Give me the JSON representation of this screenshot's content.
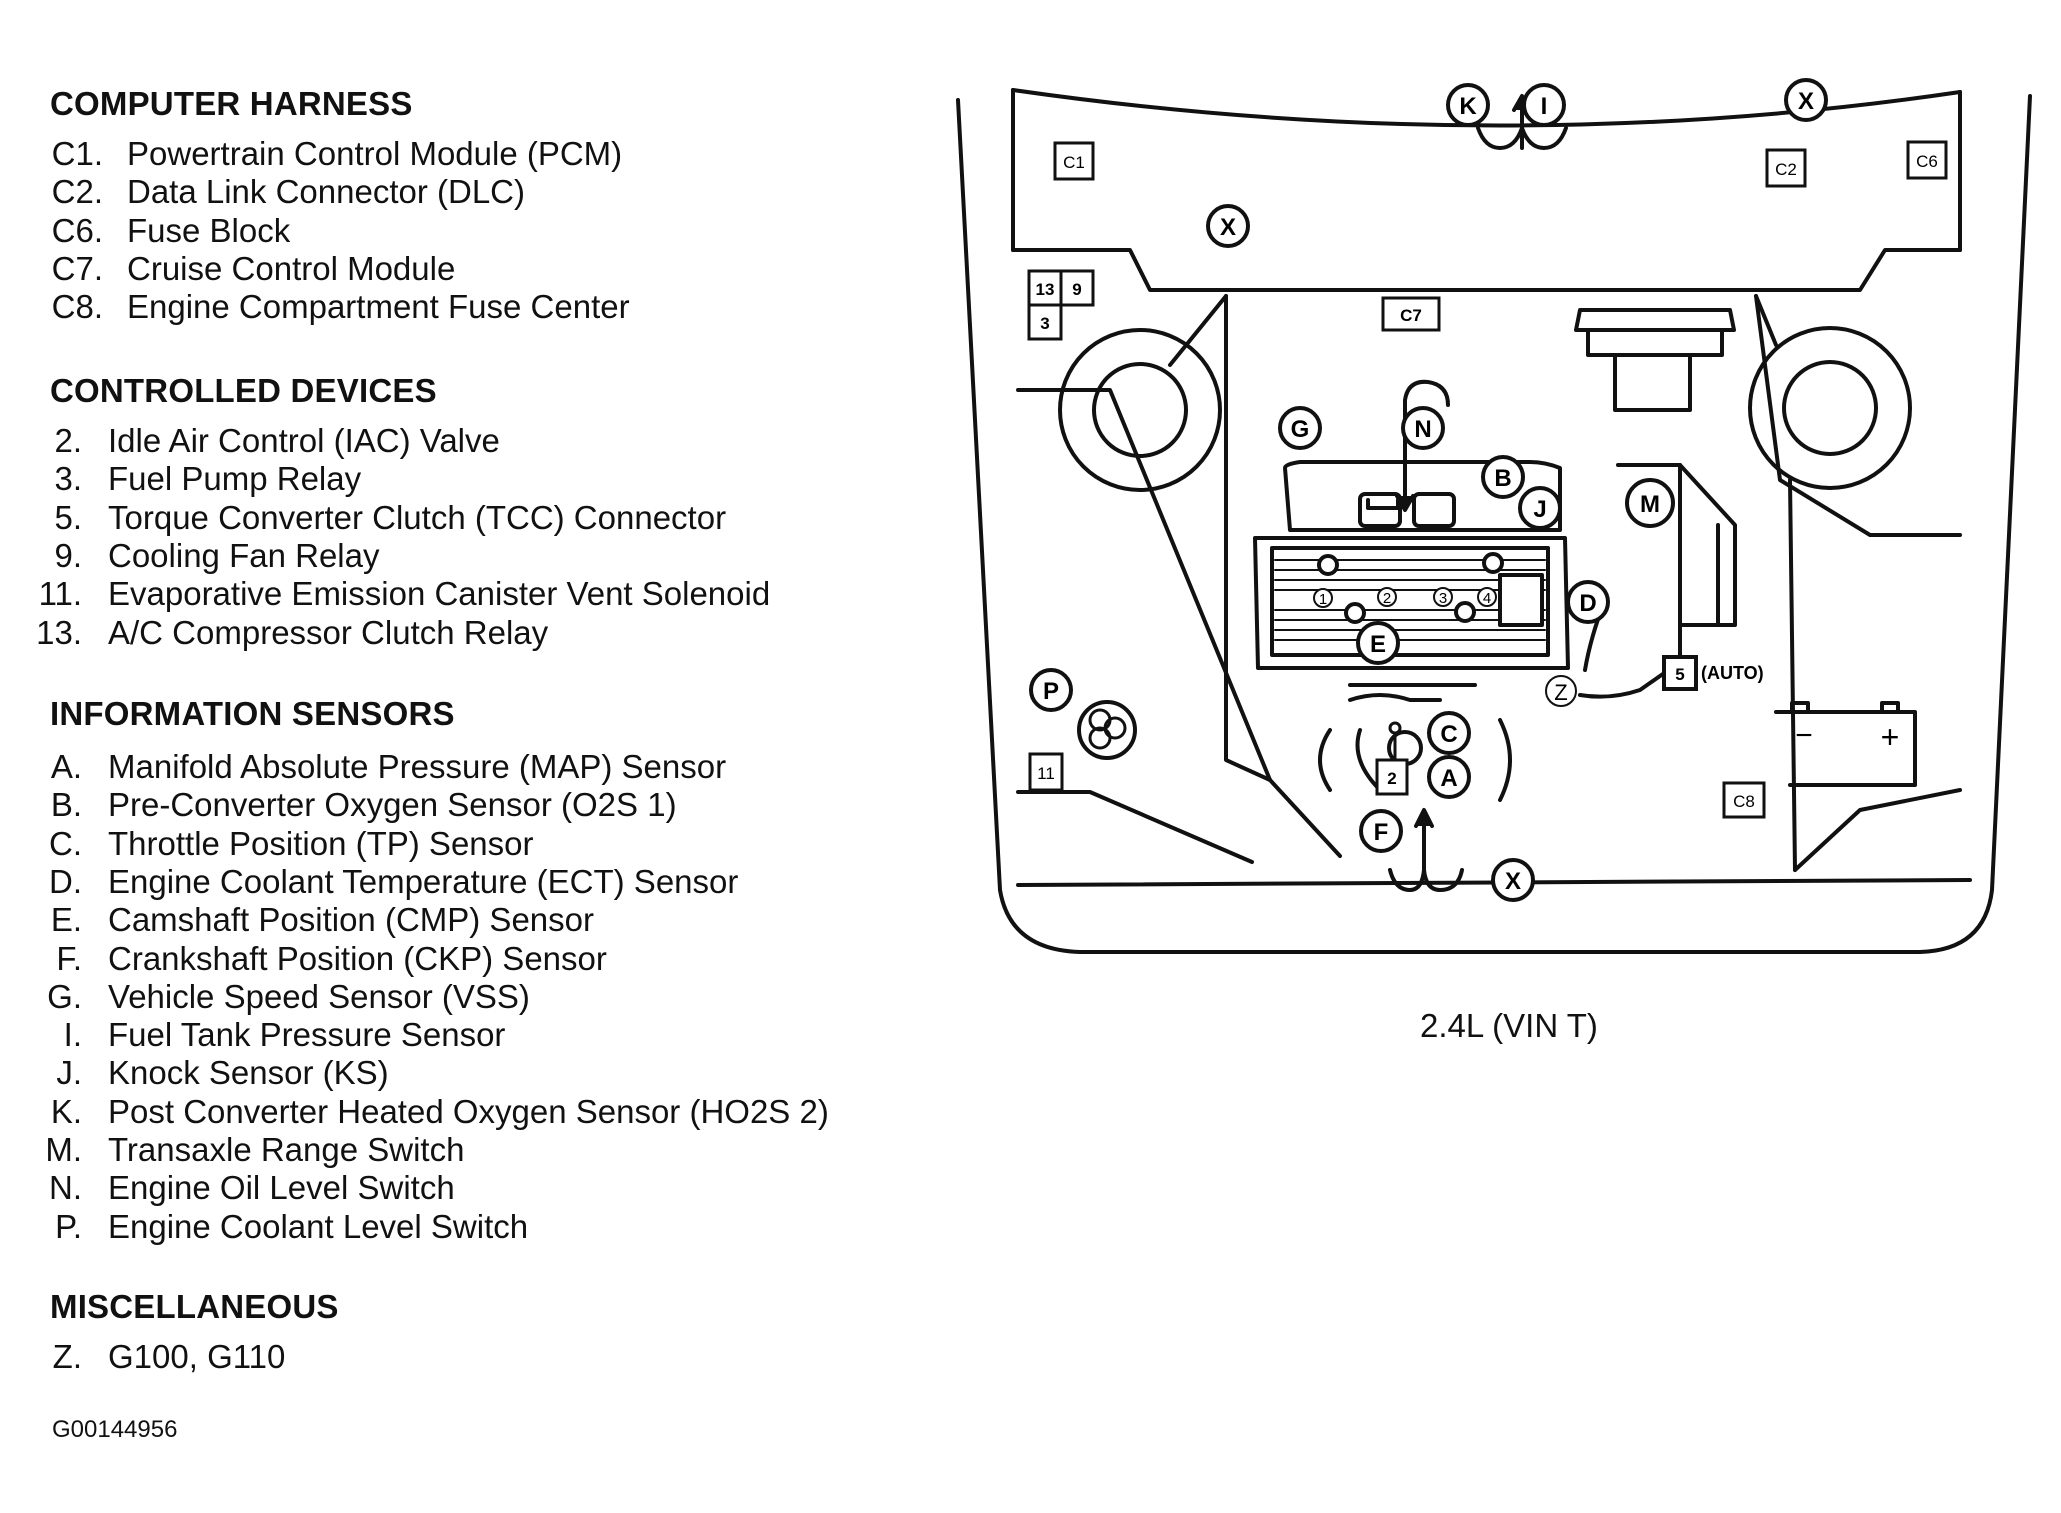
{
  "sections": [
    {
      "title": "COMPUTER HARNESS",
      "items": [
        {
          "code": "C1.",
          "label": "Powertrain Control Module (PCM)"
        },
        {
          "code": "C2.",
          "label": "Data Link Connector (DLC)"
        },
        {
          "code": "C6.",
          "label": "Fuse Block"
        },
        {
          "code": "C7.",
          "label": "Cruise Control Module"
        },
        {
          "code": "C8.",
          "label": "Engine Compartment Fuse Center"
        }
      ]
    },
    {
      "title": "CONTROLLED DEVICES",
      "items": [
        {
          "code": "2.",
          "label": "Idle Air Control (IAC) Valve"
        },
        {
          "code": "3.",
          "label": "Fuel Pump Relay"
        },
        {
          "code": "5.",
          "label": "Torque Converter Clutch (TCC) Connector"
        },
        {
          "code": "9.",
          "label": "Cooling Fan Relay"
        },
        {
          "code": "11.",
          "label": "Evaporative Emission Canister Vent Solenoid"
        },
        {
          "code": "13.",
          "label": "A/C Compressor Clutch Relay"
        }
      ]
    },
    {
      "title": "INFORMATION SENSORS",
      "items": [
        {
          "code": "A.",
          "label": "Manifold Absolute Pressure (MAP) Sensor"
        },
        {
          "code": "B.",
          "label": "Pre-Converter Oxygen Sensor (O2S 1)"
        },
        {
          "code": "C.",
          "label": "Throttle Position (TP) Sensor"
        },
        {
          "code": "D.",
          "label": "Engine Coolant Temperature (ECT) Sensor"
        },
        {
          "code": "E.",
          "label": "Camshaft Position (CMP) Sensor"
        },
        {
          "code": "F.",
          "label": "Crankshaft Position (CKP) Sensor"
        },
        {
          "code": "G.",
          "label": "Vehicle Speed Sensor (VSS)"
        },
        {
          "code": "I.",
          "label": "Fuel Tank Pressure Sensor"
        },
        {
          "code": "J.",
          "label": "Knock Sensor (KS)"
        },
        {
          "code": "K.",
          "label": "Post Converter Heated Oxygen Sensor (HO2S 2)"
        },
        {
          "code": "M.",
          "label": "Transaxle Range Switch"
        },
        {
          "code": "N.",
          "label": "Engine Oil Level Switch"
        },
        {
          "code": "P.",
          "label": "Engine Coolant Level Switch"
        }
      ]
    },
    {
      "title": "MISCELLANEOUS",
      "items": [
        {
          "code": "Z.",
          "label": "G100, G110"
        }
      ]
    }
  ],
  "figure_id": "G00144956",
  "caption": "2.4L (VIN T)",
  "markers": {
    "circles": [
      "K",
      "I",
      "X",
      "X",
      "G",
      "N",
      "B",
      "J",
      "M",
      "D",
      "E",
      "P",
      "C",
      "A",
      "F",
      "X"
    ],
    "boxes": [
      "C1",
      "C2",
      "C6",
      "13",
      "9",
      "3",
      "C7",
      "5",
      "11",
      "2",
      "C8"
    ],
    "cylinders": [
      "1",
      "2",
      "3",
      "4"
    ],
    "ground": "Z",
    "auto": "(AUTO)",
    "battery_minus": "−",
    "battery_plus": "+"
  }
}
